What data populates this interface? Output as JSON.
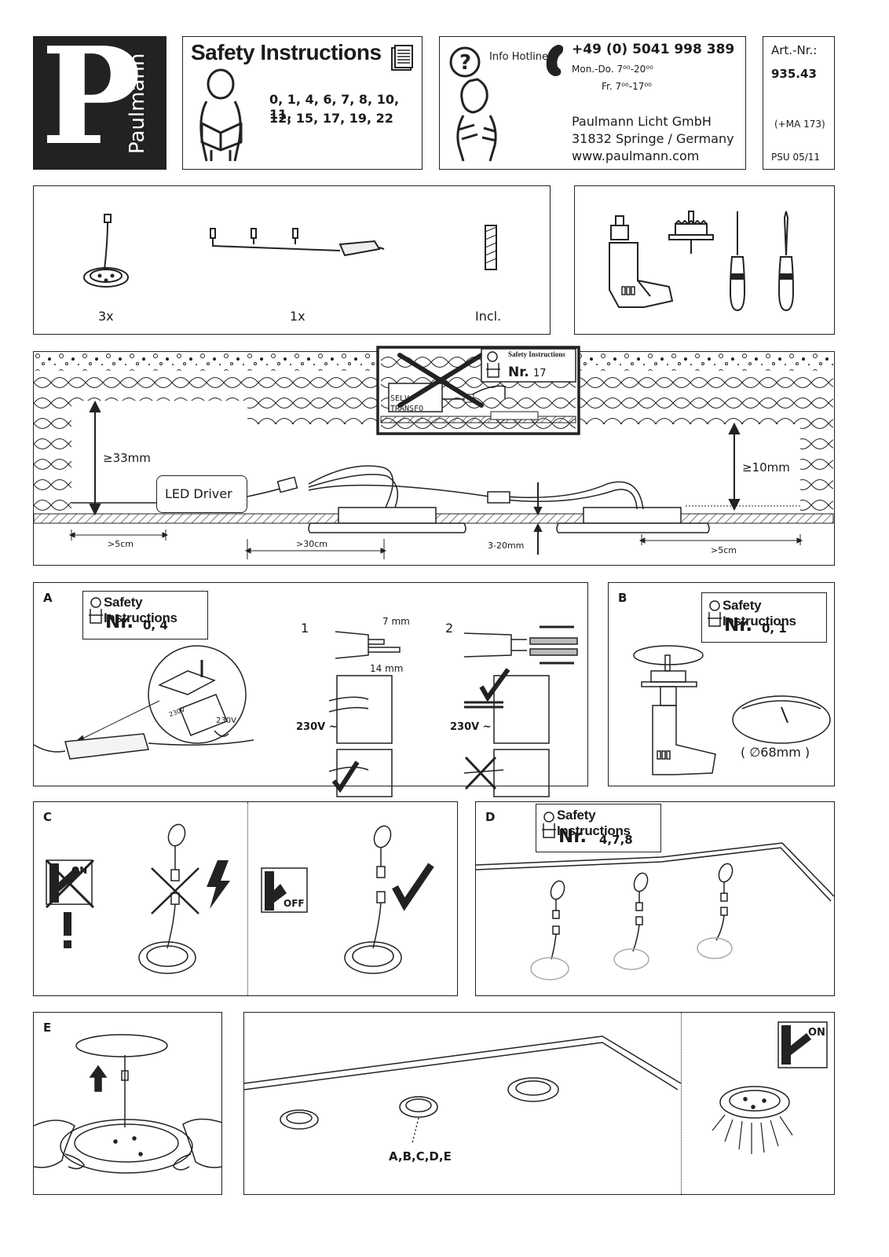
{
  "brand": {
    "letter": "P",
    "name": "Paulmann"
  },
  "safety": {
    "title": "Safety Instructions",
    "numbers_line1": "0, 1, 4, 6, 7, 8, 10, 11,",
    "numbers_line2": "12, 15, 17, 19, 22"
  },
  "hotline": {
    "label": "Info Hotline",
    "phone": "+49 (0) 5041 998 389",
    "hours_weekdays": "Mon.-Do. 7⁰⁰-20⁰⁰",
    "hours_friday": "Fr. 7⁰⁰-17⁰⁰",
    "company": "Paulmann Licht GmbH",
    "address": "31832 Springe / Germany",
    "website": "www.paulmann.com"
  },
  "article": {
    "label": "Art.-Nr.:",
    "number": "935.43",
    "ma": "(+MA 173)",
    "psu": "PSU 05/11"
  },
  "contents": {
    "lamp_qty": "3x",
    "cable_qty": "1x",
    "anchor_qty": "Incl."
  },
  "installation": {
    "si_title": "Safety Instructions",
    "si_nr": "Nr.",
    "si_num": "17",
    "selv": "SELV",
    "transfo": "TRANSFO",
    "height_min": "≥33mm",
    "clear_min": "≥10mm",
    "driver": "LED Driver",
    "dist_edge_left": ">5cm",
    "dist_driver": ">30cm",
    "ceiling_thickness": "3-20mm",
    "dist_edge_right": ">5cm"
  },
  "section_a": {
    "letter": "A",
    "si_title": "Safety Instructions",
    "si_nr": "Nr.",
    "si_num": "0, 4",
    "voltage_left": "230V",
    "voltage_right": "230V",
    "step1": "1",
    "step2": "2",
    "strip_short": "7 mm",
    "strip_long": "14 mm",
    "voltage1": "230V ~",
    "voltage2": "230V ~"
  },
  "section_b": {
    "letter": "B",
    "si_title": "Safety Instructions",
    "si_nr": "Nr.",
    "si_num": "0, 1",
    "diameter": "( ∅68mm  )"
  },
  "section_c": {
    "letter": "C",
    "on": "ON",
    "off": "OFF"
  },
  "section_d": {
    "letter": "D",
    "si_title": "Safety Instructions",
    "si_nr": "Nr.",
    "si_num": "4,7,8"
  },
  "section_e": {
    "letter": "E",
    "steps": "A,B,C,D,E",
    "on": "ON"
  }
}
